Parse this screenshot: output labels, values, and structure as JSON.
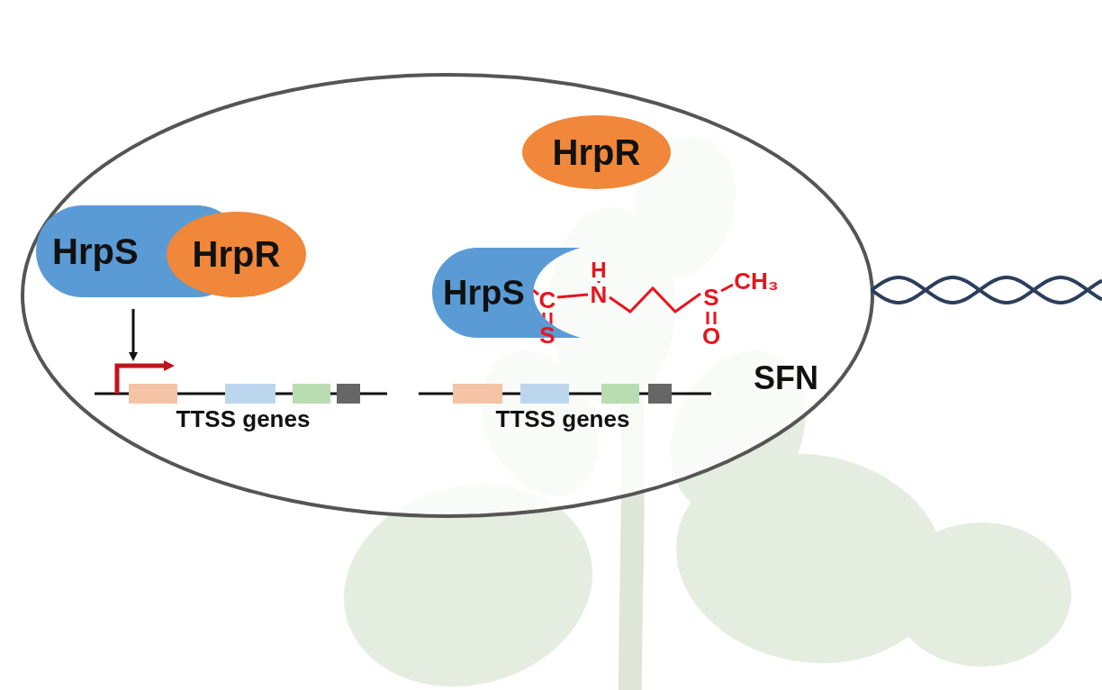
{
  "diagram": {
    "nodes": [
      {
        "text": [
          "HrpS"
        ]
      },
      {
        "text": [
          "HrpR"
        ]
      },
      {
        "text": [
          "HrpR"
        ]
      },
      {
        "text": [
          "HrpS"
        ]
      }
    ],
    "labels": [
      "TTSS genes",
      "H",
      "C",
      "N",
      "S",
      "CH₃",
      "S",
      "O",
      "SFN",
      "TTSS genes"
    ]
  }
}
